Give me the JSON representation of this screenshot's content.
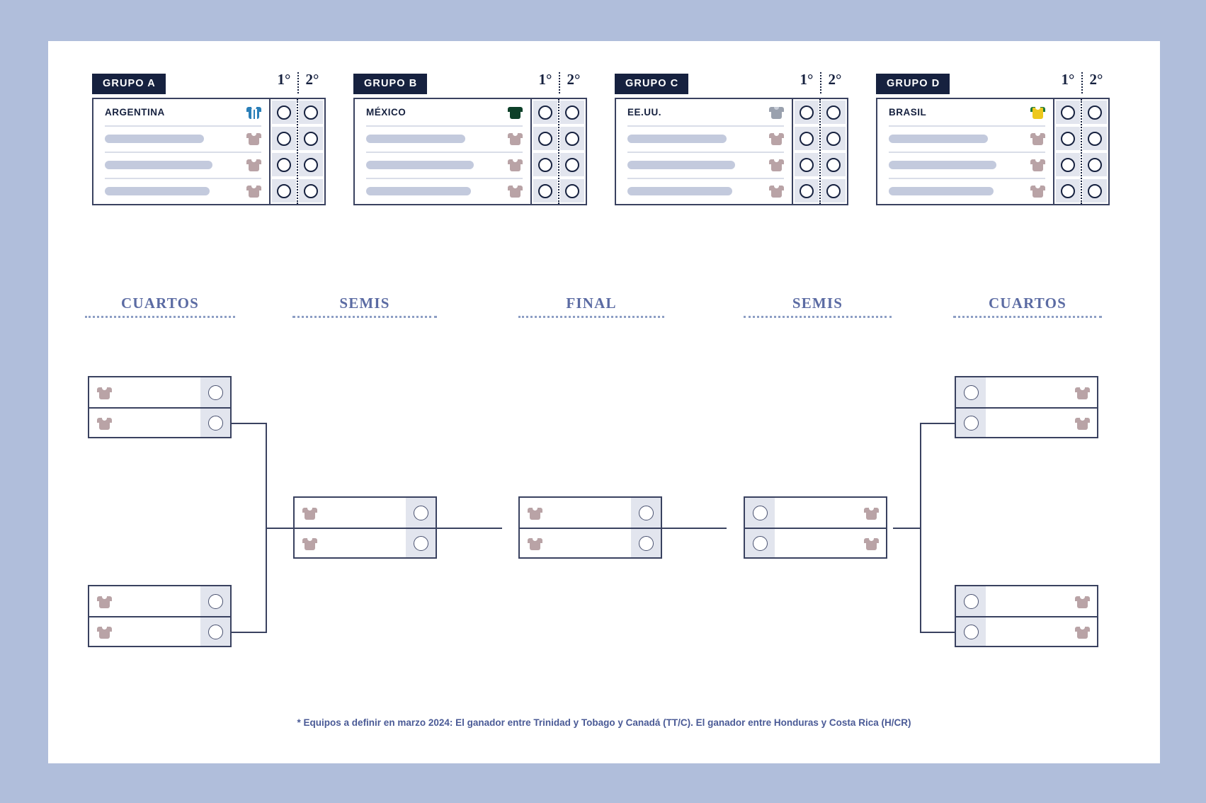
{
  "page": {
    "background_color": "#b0bedb",
    "sheet_color": "#ffffff",
    "accent_navy": "#16213f",
    "label_blue": "#5b6ba3",
    "cell_grey": "#e2e5ee"
  },
  "ordinals": {
    "first": "1°",
    "second": "2°"
  },
  "groups": [
    {
      "tag": "GRUPO A",
      "qualified_team": "ARGENTINA",
      "jersey": "argentina-striped-shirt-icon",
      "placeholder_rows": 3,
      "placeholder_widths": [
        140,
        152,
        148
      ]
    },
    {
      "tag": "GRUPO B",
      "qualified_team": "MÉXICO",
      "jersey": "mexico-green-shirt-icon",
      "placeholder_rows": 3,
      "placeholder_widths": [
        140,
        152,
        148
      ]
    },
    {
      "tag": "GRUPO C",
      "qualified_team": "EE.UU.",
      "jersey": "usa-white-shirt-icon",
      "placeholder_rows": 3,
      "placeholder_widths": [
        140,
        152,
        148
      ]
    },
    {
      "tag": "GRUPO D",
      "qualified_team": "BRASIL",
      "jersey": "brazil-yellow-shirt-icon",
      "placeholder_rows": 3,
      "placeholder_widths": [
        140,
        152,
        148
      ]
    }
  ],
  "rounds": [
    {
      "label": "CUARTOS",
      "side": "left"
    },
    {
      "label": "SEMIS",
      "side": "left"
    },
    {
      "label": "FINAL",
      "side": "center"
    },
    {
      "label": "SEMIS",
      "side": "right"
    },
    {
      "label": "CUARTOS",
      "side": "right"
    }
  ],
  "bracket": {
    "left": {
      "quarters": [
        {
          "slots": [
            {
              "jersey": "blank-shirt-icon"
            },
            {
              "jersey": "blank-shirt-icon"
            }
          ]
        },
        {
          "slots": [
            {
              "jersey": "blank-shirt-icon"
            },
            {
              "jersey": "blank-shirt-icon"
            }
          ]
        }
      ],
      "semis": [
        {
          "slots": [
            {
              "jersey": "blank-shirt-icon"
            },
            {
              "jersey": "blank-shirt-icon"
            }
          ]
        }
      ]
    },
    "final": {
      "slots": [
        {
          "jersey": "blank-shirt-icon"
        },
        {
          "jersey": "blank-shirt-icon"
        }
      ]
    },
    "right": {
      "semis": [
        {
          "slots": [
            {
              "jersey": "blank-shirt-icon"
            },
            {
              "jersey": "blank-shirt-icon"
            }
          ]
        }
      ],
      "quarters": [
        {
          "slots": [
            {
              "jersey": "blank-shirt-icon"
            },
            {
              "jersey": "blank-shirt-icon"
            }
          ]
        },
        {
          "slots": [
            {
              "jersey": "blank-shirt-icon"
            },
            {
              "jersey": "blank-shirt-icon"
            }
          ]
        }
      ]
    }
  },
  "footnote": "* Equipos a definir en marzo 2024: El ganador entre Trinidad y Tobago y Canadá (TT/C). El ganador entre Honduras y Costa Rica (H/CR)"
}
